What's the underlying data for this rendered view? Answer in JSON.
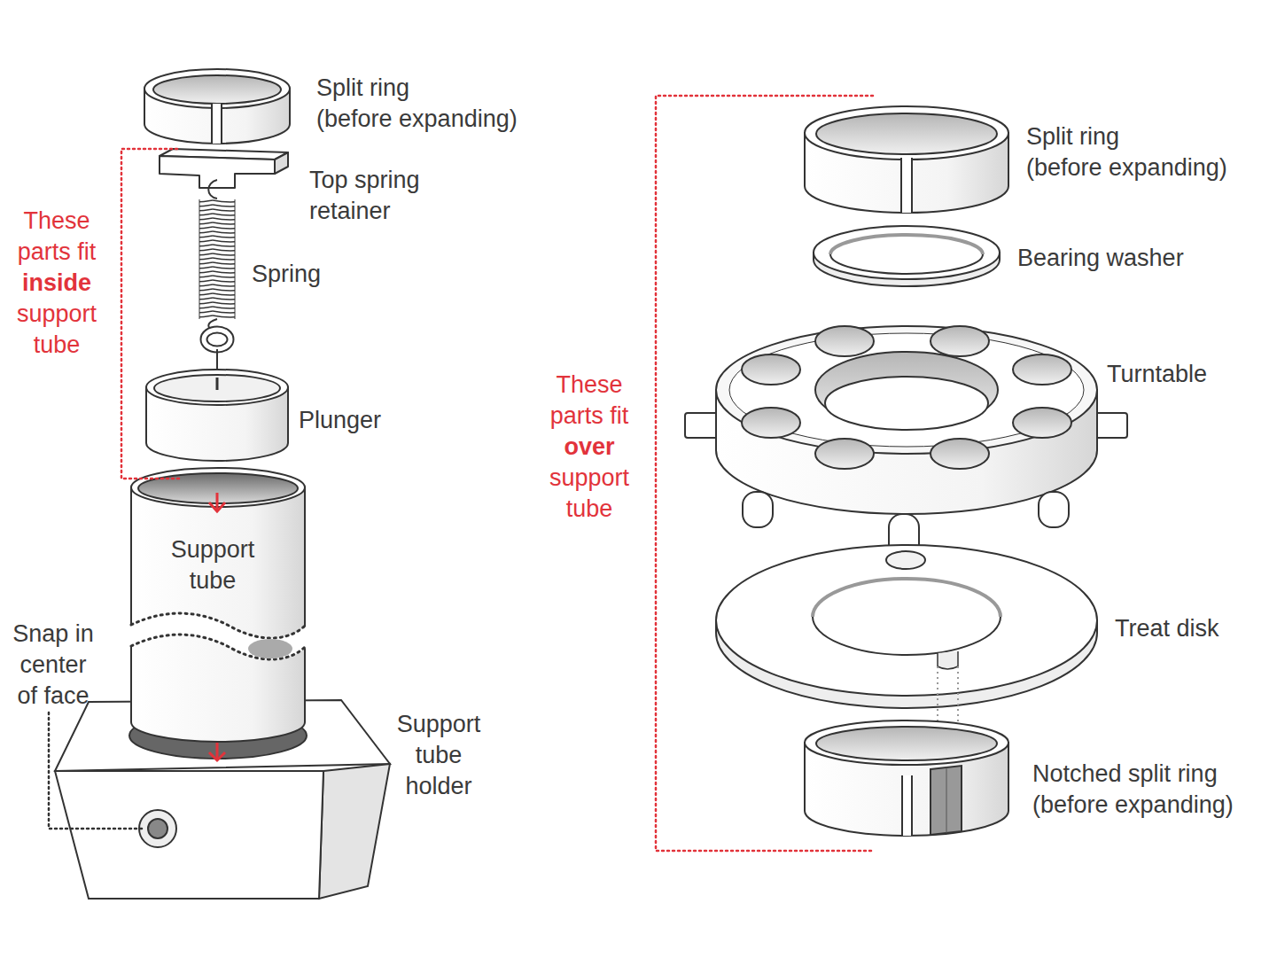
{
  "diagram": {
    "labels": [
      "Split ring (before expanding)",
      "Top spring retainer",
      "Spring",
      "Plunger",
      "Support tube",
      "Snap in center of face",
      "Support tube holder",
      "These parts fit inside support tube",
      "Split ring (before expanding)",
      "Bearing washer",
      "Turntable",
      "Treat disk",
      "Notched split ring (before expanding)",
      "These parts fit over support tube"
    ]
  }
}
